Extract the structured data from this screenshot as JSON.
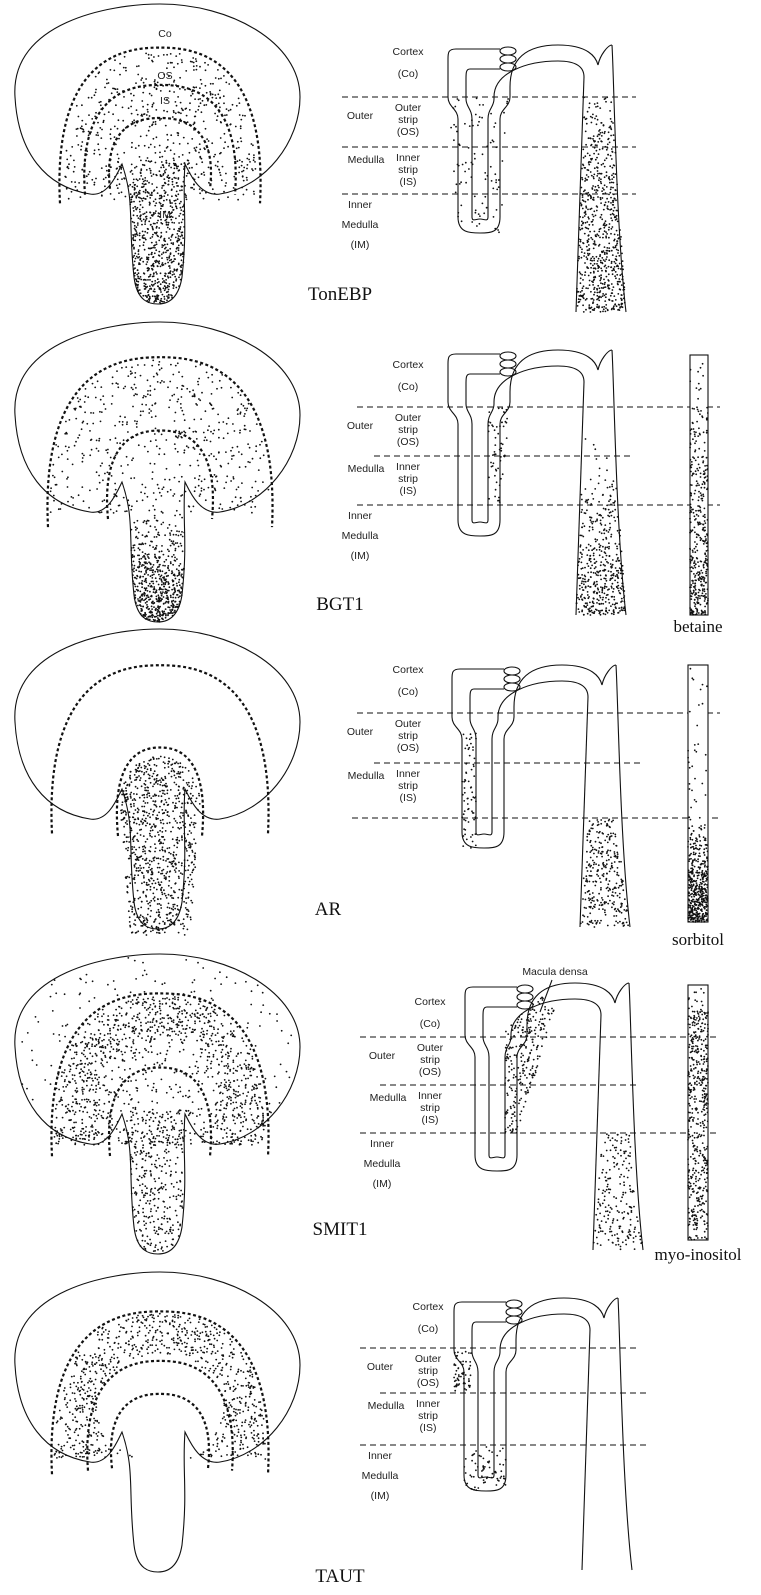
{
  "panels": [
    {
      "id": "tonebp",
      "name": "TonEBP",
      "kidney_labels": {
        "co": "Co",
        "os": "OS",
        "is": "IS",
        "im": "IM"
      },
      "zones": {
        "cortex": [
          "Cortex",
          "(Co)"
        ],
        "outer": [
          "Outer"
        ],
        "medulla": [
          "Medulla"
        ],
        "outer_strip": [
          "Outer",
          "strip",
          "(OS)"
        ],
        "inner_strip": [
          "Inner",
          "strip",
          "(IS)"
        ],
        "inner_medulla": [
          "Inner",
          "Medulla",
          "(IM)"
        ]
      }
    },
    {
      "id": "bgt1",
      "name": "BGT1",
      "osmolyte": "betaine",
      "zones": {
        "cortex": [
          "Cortex",
          "(Co)"
        ],
        "outer": [
          "Outer"
        ],
        "medulla": [
          "Medulla"
        ],
        "outer_strip": [
          "Outer",
          "strip",
          "(OS)"
        ],
        "inner_strip": [
          "Inner",
          "strip",
          "(IS)"
        ],
        "inner_medulla": [
          "Inner",
          "Medulla",
          "(IM)"
        ]
      }
    },
    {
      "id": "ar",
      "name": "AR",
      "osmolyte": "sorbitol",
      "zones": {
        "cortex": [
          "Cortex",
          "(Co)"
        ],
        "outer": [
          "Outer"
        ],
        "medulla": [
          "Medulla"
        ],
        "outer_strip": [
          "Outer",
          "strip",
          "(OS)"
        ],
        "inner_strip": [
          "Inner",
          "strip",
          "(IS)"
        ]
      }
    },
    {
      "id": "smit1",
      "name": "SMIT1",
      "osmolyte": "myo-inositol",
      "annotation": "Macula densa",
      "zones": {
        "cortex": [
          "Cortex",
          "(Co)"
        ],
        "outer": [
          "Outer"
        ],
        "medulla": [
          "Medulla"
        ],
        "outer_strip": [
          "Outer",
          "strip",
          "(OS)"
        ],
        "inner_strip": [
          "Inner",
          "strip",
          "(IS)"
        ],
        "inner_medulla": [
          "Inner",
          "Medulla",
          "(IM)"
        ]
      }
    },
    {
      "id": "taut",
      "name": "TAUT",
      "zones": {
        "cortex": [
          "Cortex",
          "(Co)"
        ],
        "outer": [
          "Outer"
        ],
        "medulla": [
          "Medulla"
        ],
        "outer_strip": [
          "Outer",
          "strip",
          "(OS)"
        ],
        "inner_strip": [
          "Inner",
          "strip",
          "(IS)"
        ],
        "inner_medulla": [
          "Inner",
          "Medulla",
          "(IM)"
        ]
      }
    }
  ]
}
